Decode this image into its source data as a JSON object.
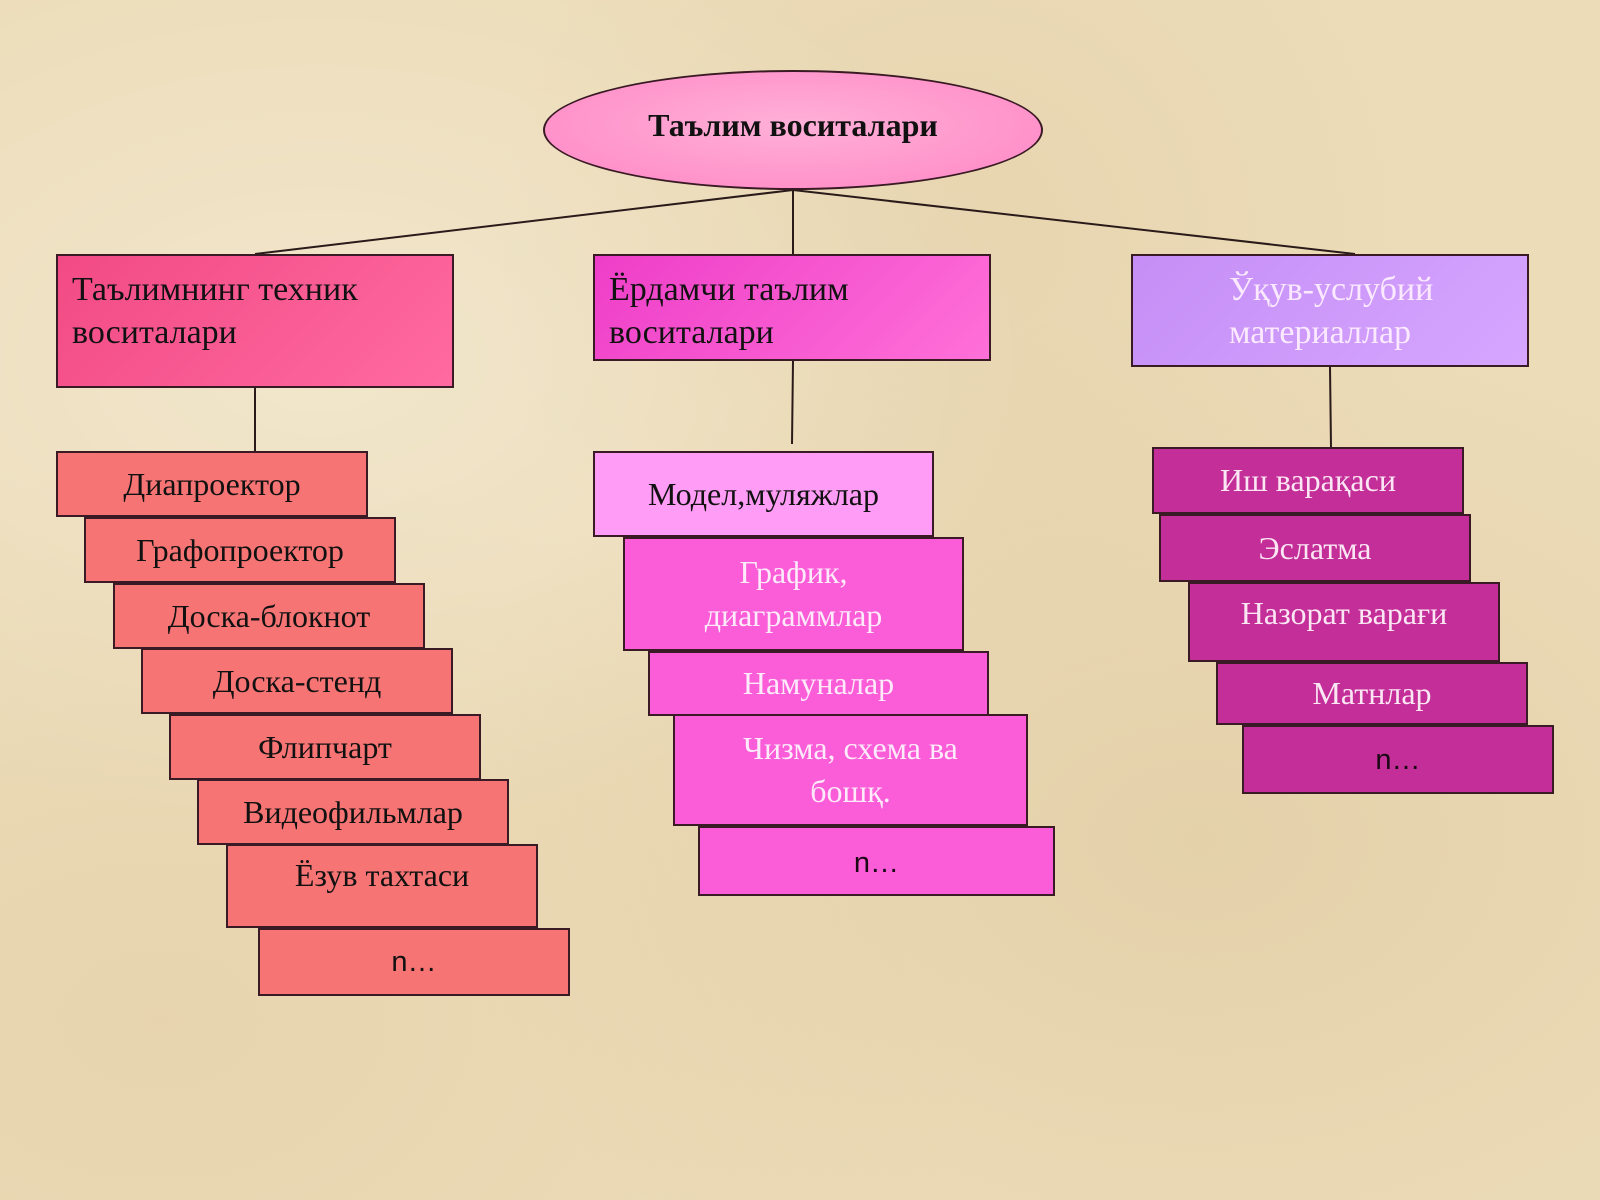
{
  "root": {
    "label": "Таълим воситалари"
  },
  "categories": {
    "left": {
      "label": "Таълимнинг  техник воситалари"
    },
    "middle": {
      "label": "Ёрдамчи таълим воситалари"
    },
    "right": {
      "label": "Ўқув-услубий материаллар"
    }
  },
  "left_items": [
    "Диапроектор",
    "Графопроектор",
    "Доска-блокнот",
    "Доска-стенд",
    "Флипчарт",
    "Видеофильмлар",
    "Ёзув тахтаси",
    "n…"
  ],
  "middle_items": [
    "Модел,муляжлар",
    "График, диаграммлар",
    "Намуналар",
    "Чизма, схема ва бошқ.",
    "n…"
  ],
  "right_items": [
    "Иш варақаси",
    "Эслатма",
    "Назорат варағи",
    "Матнлар",
    "n…"
  ],
  "colors": {
    "root_fill": "#ff86c4",
    "left_category": "#f24a84",
    "middle_category": "#ee3ec8",
    "right_category": "#c58ef6",
    "left_items": "#f67474",
    "middle_first_item": "#ff9cf6",
    "middle_items": "#fb5cd8",
    "right_items": "#c42e98",
    "background": "#ecdcb8"
  }
}
